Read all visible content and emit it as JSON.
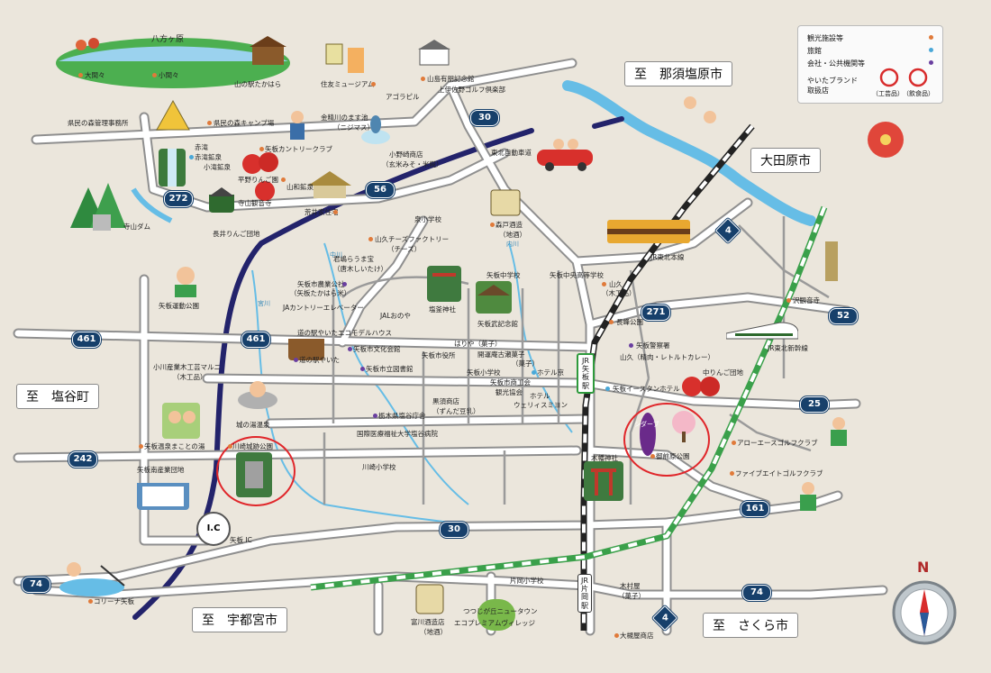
{
  "colors": {
    "background": "#ebe6dc",
    "road": "#ffffff",
    "road_outline": "#8f8f8f",
    "expressway": "#23236b",
    "river": "#66bde6",
    "railway_green": "#2e9a3c",
    "shinkansen": "#3aa04a",
    "tohoku_line": "#222222",
    "shield": "#17406b",
    "highlight": "#e0262a",
    "legend_tour": "#e07a3a",
    "legend_inn": "#4aa8d8",
    "legend_pub": "#6a3fa0"
  },
  "legend": {
    "items": [
      {
        "label": "観光施設等",
        "color": "#e07a3a"
      },
      {
        "label": "旅館",
        "color": "#4aa8d8"
      },
      {
        "label": "会社・公共機関等",
        "color": "#6a3fa0"
      }
    ],
    "brand_label_1": "やいたブランド",
    "brand_label_2": "取扱店",
    "brand_craft": "（工芸品）",
    "brand_food": "（飲食品）"
  },
  "destinations": {
    "nasushiobara": "至　那須塩原市",
    "otawara": "大田原市",
    "shioya": "至　塩谷町",
    "utsunomiya": "至　宇都宮市",
    "sakura": "至　さくら市"
  },
  "route_numbers": {
    "r30_north": "30",
    "r56": "56",
    "r272": "272",
    "r461_west": "461",
    "r461_mid": "461",
    "r271": "271",
    "r52": "52",
    "r25": "25",
    "r242": "242",
    "r30_south": "30",
    "r161": "161",
    "r74_west": "74",
    "r74_east": "74",
    "r4_north": "4",
    "r4_south": "4"
  },
  "stations": {
    "yaita": "JR矢板駅",
    "kataoka": "JR片岡駅"
  },
  "lines": {
    "tohoku_main": "JR東北本線",
    "tohoku_shinkansen": "JR東北新幹線"
  },
  "ic": {
    "sign": "I.C",
    "label": "矢板 IC"
  },
  "places": {
    "hachikata": "八方ヶ原",
    "daimaya": "大間々",
    "komabukuro": "小間々",
    "yamanoeki": "山の駅たかはら",
    "kenmin_mori": "県民の森管理事務所",
    "camp": "県民の森キャンプ場",
    "akataki": "赤滝",
    "akataki_kousen": "赤滝鉱泉",
    "kotaki_kousen": "小滝鉱泉",
    "terayama_dam": "寺山ダム",
    "hirano_ringo": "平野りんご園",
    "yamato_kousen": "山和鉱泉",
    "terayama_kannon": "寺山観音寺",
    "araike_hojo": "荒井家住宅",
    "nagai_ringo": "長井りんご団地",
    "country_club": "矢板カントリークラブ",
    "sumitomo_museum": "住友ミュージアム",
    "kinpokawa": "金精川のます池",
    "nijimasu": "（ニジマス）",
    "yamasaka_museum": "山島有朋記念館",
    "agorapiru": "アゴラピル",
    "golf_club_kamimiya": "上伊佐野ゴルフ倶楽部",
    "onoze_miso": "小野崎商店",
    "miso_sub": "（玄米みそ・米糀）",
    "tohoku_expressway": "東北自動車道",
    "morito_sake": "森戸酒造",
    "jizake": "（地酒）",
    "izumi_school": "泉小学校",
    "yaita_cheese": "山久チーズファクトリー",
    "cheese_sub": "（チーズ）",
    "kinyo_sake": "君嶋らうま宝",
    "kokuya": "（唐木しいたけ）",
    "nagayoshi_park": "矢板運動公園",
    "nokyo": "矢板市農業公社",
    "nokyo_sub": "（矢板たかはら米）",
    "ja_elevator": "JAカントリーエレベーター",
    "jal_osoya": "JALおのや",
    "enoki_shrine": "塩釜神社",
    "yaita_junior": "矢板中学校",
    "yaita_high": "矢板中央高等学校",
    "yaita_history": "矢板武記念館",
    "yamaku": "山久",
    "mokuhin": "（木工品）",
    "nagamine_park": "長峰公園",
    "sawanemon": "沢観音寺",
    "kogawa_mokko": "小川産業木工芸マルニ",
    "mokko_sub": "（木工品）",
    "michinoeki_model": "道の駅やいたエコモデルハウス",
    "michinoeki": "道の駅やいた",
    "bunka_hall": "矢板市文化会館",
    "city_library": "矢板市立図書館",
    "city_office": "矢板市役所",
    "hariya": "はりや（菓子）",
    "kaiun": "開運庵古瀬菓子",
    "kashi": "（菓子）",
    "yaita_elementary": "矢板小学校",
    "hotel_yaita": "ホテル京",
    "shokokai": "矢板市商工会",
    "kanko": "観光協会",
    "kuroi_shoten": "黒須商店",
    "zunda": "（ずんだ豆乳）",
    "hotel_weekly": "ホテル",
    "hotel_weekly2": "ウェリィスミヨン",
    "police": "矢板警察署",
    "yamaku_seikatsu": "山久（精肉・レトルトカレー）",
    "east_inn": "矢板イースタンホテル",
    "nakaringo": "中りんご団地",
    "tochigi_hospital": "栃木県塩谷庁舎",
    "international_hospital": "国際医療福祉大学塩谷病院",
    "kawasaki_castle": "川崎城跡公園",
    "shiroyama": "城の湯温泉",
    "kawasaki_school": "川崎小学校",
    "makoto_no_yu": "矢板温泉まことの湯",
    "yaita_minami": "矢板南産業団地",
    "shitabu": "シダーブ",
    "gotenmae_park": "御前原公園",
    "kihachiman": "木幡神社",
    "arrow_golf": "アローエースゴルフクラブ",
    "fifeight_golf": "ファイブエイトゴルフクラブ",
    "colinya": "コリーナ矢板",
    "kataoka_school": "片岡小学校",
    "kimuraya": "木村屋",
    "kimuraya_sub": "（菓子）",
    "tomikawa_sake": "富川酒造店",
    "tomikawa_sub": "（地酒）",
    "tsutsuji": "つつじが丘ニュータウン",
    "eco_premium": "エコプレミアムヴィレッジ",
    "daichobo": "大槻屋商店",
    "nakagawa": "中川",
    "uchikawa": "内川",
    "miyagawa": "宮川",
    "shiroshita": "城の湯温泉"
  },
  "compass": {
    "north": "N"
  }
}
